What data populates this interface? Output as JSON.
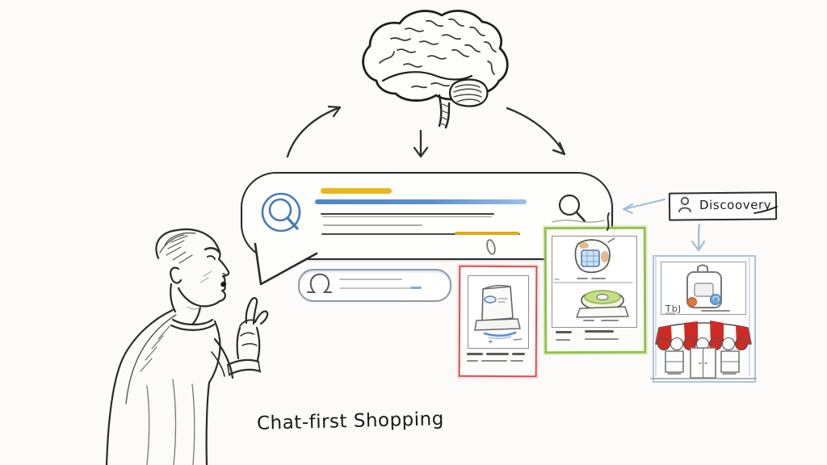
{
  "scene": {
    "background": "#fcfbf9",
    "caption": "Chat-first Shopping"
  },
  "brain": {
    "icon": "brain-icon"
  },
  "chat_bubble": {
    "left_icon": "search-icon",
    "right_icon": "search-icon",
    "cursor_icon": "text-cursor",
    "highlight_color": "#E8B822",
    "query_color": "#5B8FD0",
    "outline_color": "#2B2B2B"
  },
  "secondary_search_bar": {
    "icon": "user-search-icon",
    "border_color": "#8D9AA5"
  },
  "cards": {
    "red": {
      "border_color": "#D95050",
      "item_count": 1,
      "caption_style": "scribble"
    },
    "green": {
      "border_color": "#93C24C",
      "item_count": 2,
      "caption_style": "scribble"
    }
  },
  "discovery": {
    "label": "Discoovery",
    "icon": "user-icon",
    "arrow_color": "#9FBBD9"
  },
  "storefront": {
    "label": "TbJ",
    "frame_color": "#A9C4DE",
    "awning_red": "#CD2B24",
    "accent_dots": [
      "#E0773C",
      "#66A3D6"
    ]
  }
}
